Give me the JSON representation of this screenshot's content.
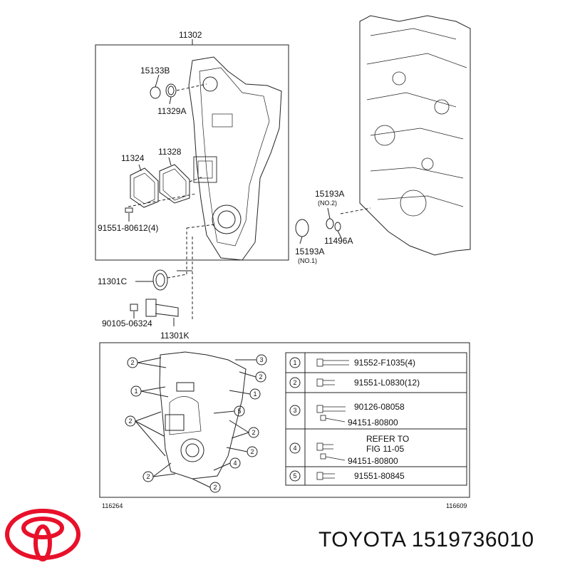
{
  "top_labels": {
    "assembly": "11302",
    "plug": "15133B",
    "plug_gasket": "11329A",
    "cover": "11324",
    "cover_gasket": "11328",
    "bolt_cover": "91551-80612(4)",
    "oring2_code": "15193A",
    "oring2_note": "(NO.2)",
    "oring_small": "11496A",
    "oring1_code": "15193A",
    "oring1_note": "(NO.1)",
    "oil_seal": "11301C",
    "bolt_sensor": "90105-06324",
    "sensor": "11301K"
  },
  "legend": {
    "rows": [
      {
        "num": "1",
        "parts": [
          "91552-F1035(4)"
        ]
      },
      {
        "num": "2",
        "parts": [
          "91551-L0830(12)"
        ]
      },
      {
        "num": "3",
        "parts": [
          "90126-08058",
          "94151-80800"
        ]
      },
      {
        "num": "4",
        "parts": [
          "REFER TO",
          "FIG 11-05",
          "94151-80800"
        ]
      },
      {
        "num": "5",
        "parts": [
          "91551-80845"
        ]
      }
    ]
  },
  "callouts": [
    "1",
    "2",
    "3",
    "4",
    "5"
  ],
  "ref_left": "116264",
  "ref_right": "116609",
  "brand_text": "TOYOTA 1519736010",
  "colors": {
    "logo": "#e8102a",
    "line": "#222222"
  }
}
